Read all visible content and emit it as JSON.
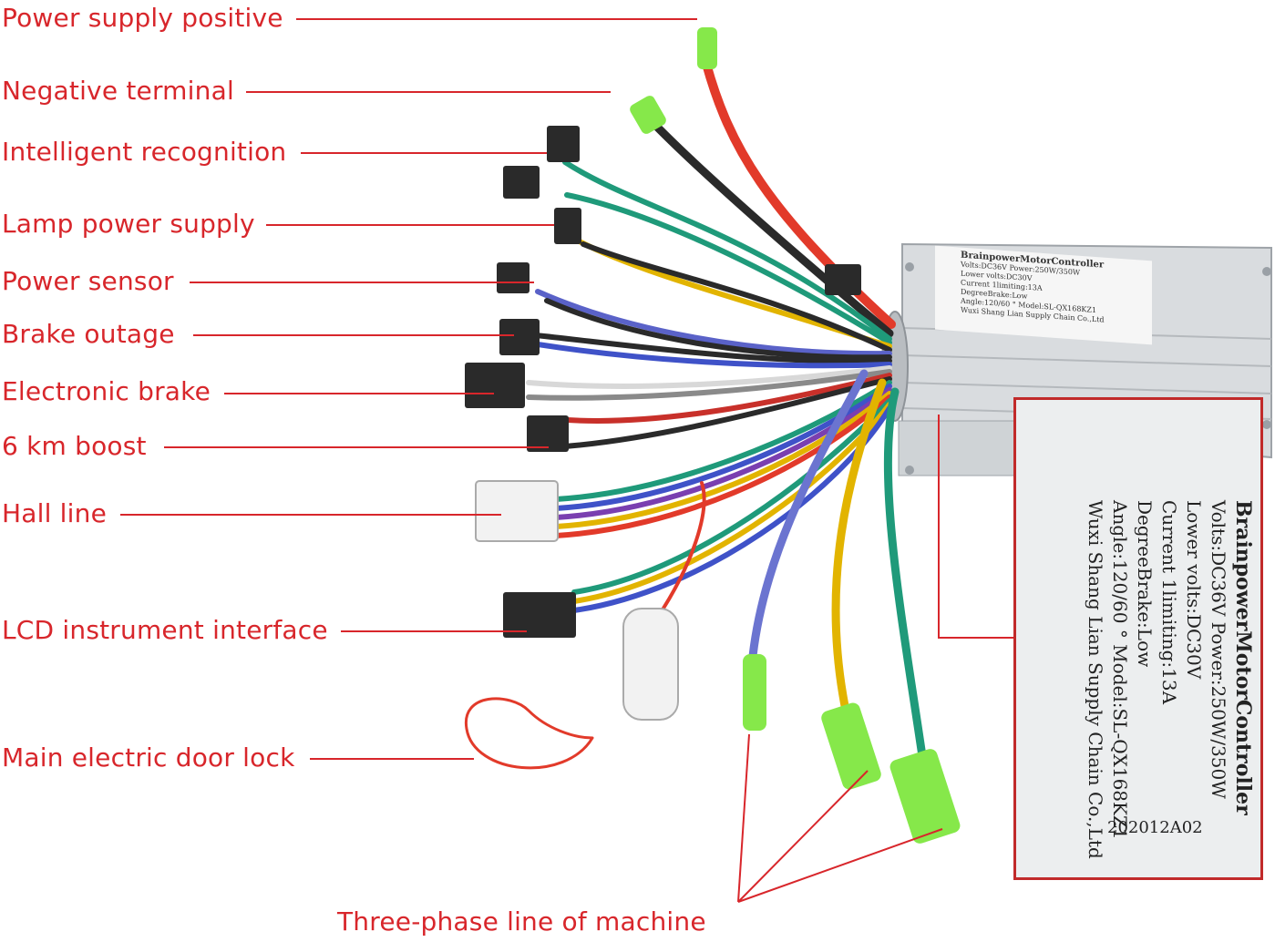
{
  "callouts": {
    "power_supply_positive": "Power supply positive",
    "negative_terminal": "Negative terminal",
    "intelligent_recognition": "Intelligent recognition",
    "lamp_power_supply": "Lamp power supply",
    "power_sensor": "Power sensor",
    "brake_outage": "Brake outage",
    "electronic_brake": "Electronic brake",
    "boost_6km": "6 km boost",
    "hall_line": "Hall line",
    "lcd_instrument_interface": "LCD instrument interface",
    "main_electric_door_lock": "Main electric door lock",
    "three_phase_line": "Three-phase line of machine"
  },
  "controller_label": {
    "title": "BrainpowerMotorController",
    "volts": "Volts:DC36V  Power:250W/350W",
    "lower_volts": "Lower volts:DC30V",
    "current": "Current 1limiting:13A",
    "degree": "DegreeBrake:Low",
    "angle": "Angle:120/60 °  Model:SL-QX168KZ1",
    "maker": "Wuxi Shang Lian Supply Chain Co.,Ltd",
    "serial": "202012A02"
  },
  "colors": {
    "callout": "#d8262b",
    "red_wire": "#e23a2a",
    "black_wire": "#2a2a2a",
    "green_wire": "#1f9a7a",
    "yellow_wire": "#e2b400",
    "blue_wire": "#5a62c8",
    "purple_wire": "#7a3fb0",
    "white_wire": "#e8e8e8",
    "grey_wire": "#8a8a8a",
    "terminal_green": "#86e84a",
    "housing": "#d9dcdf"
  }
}
